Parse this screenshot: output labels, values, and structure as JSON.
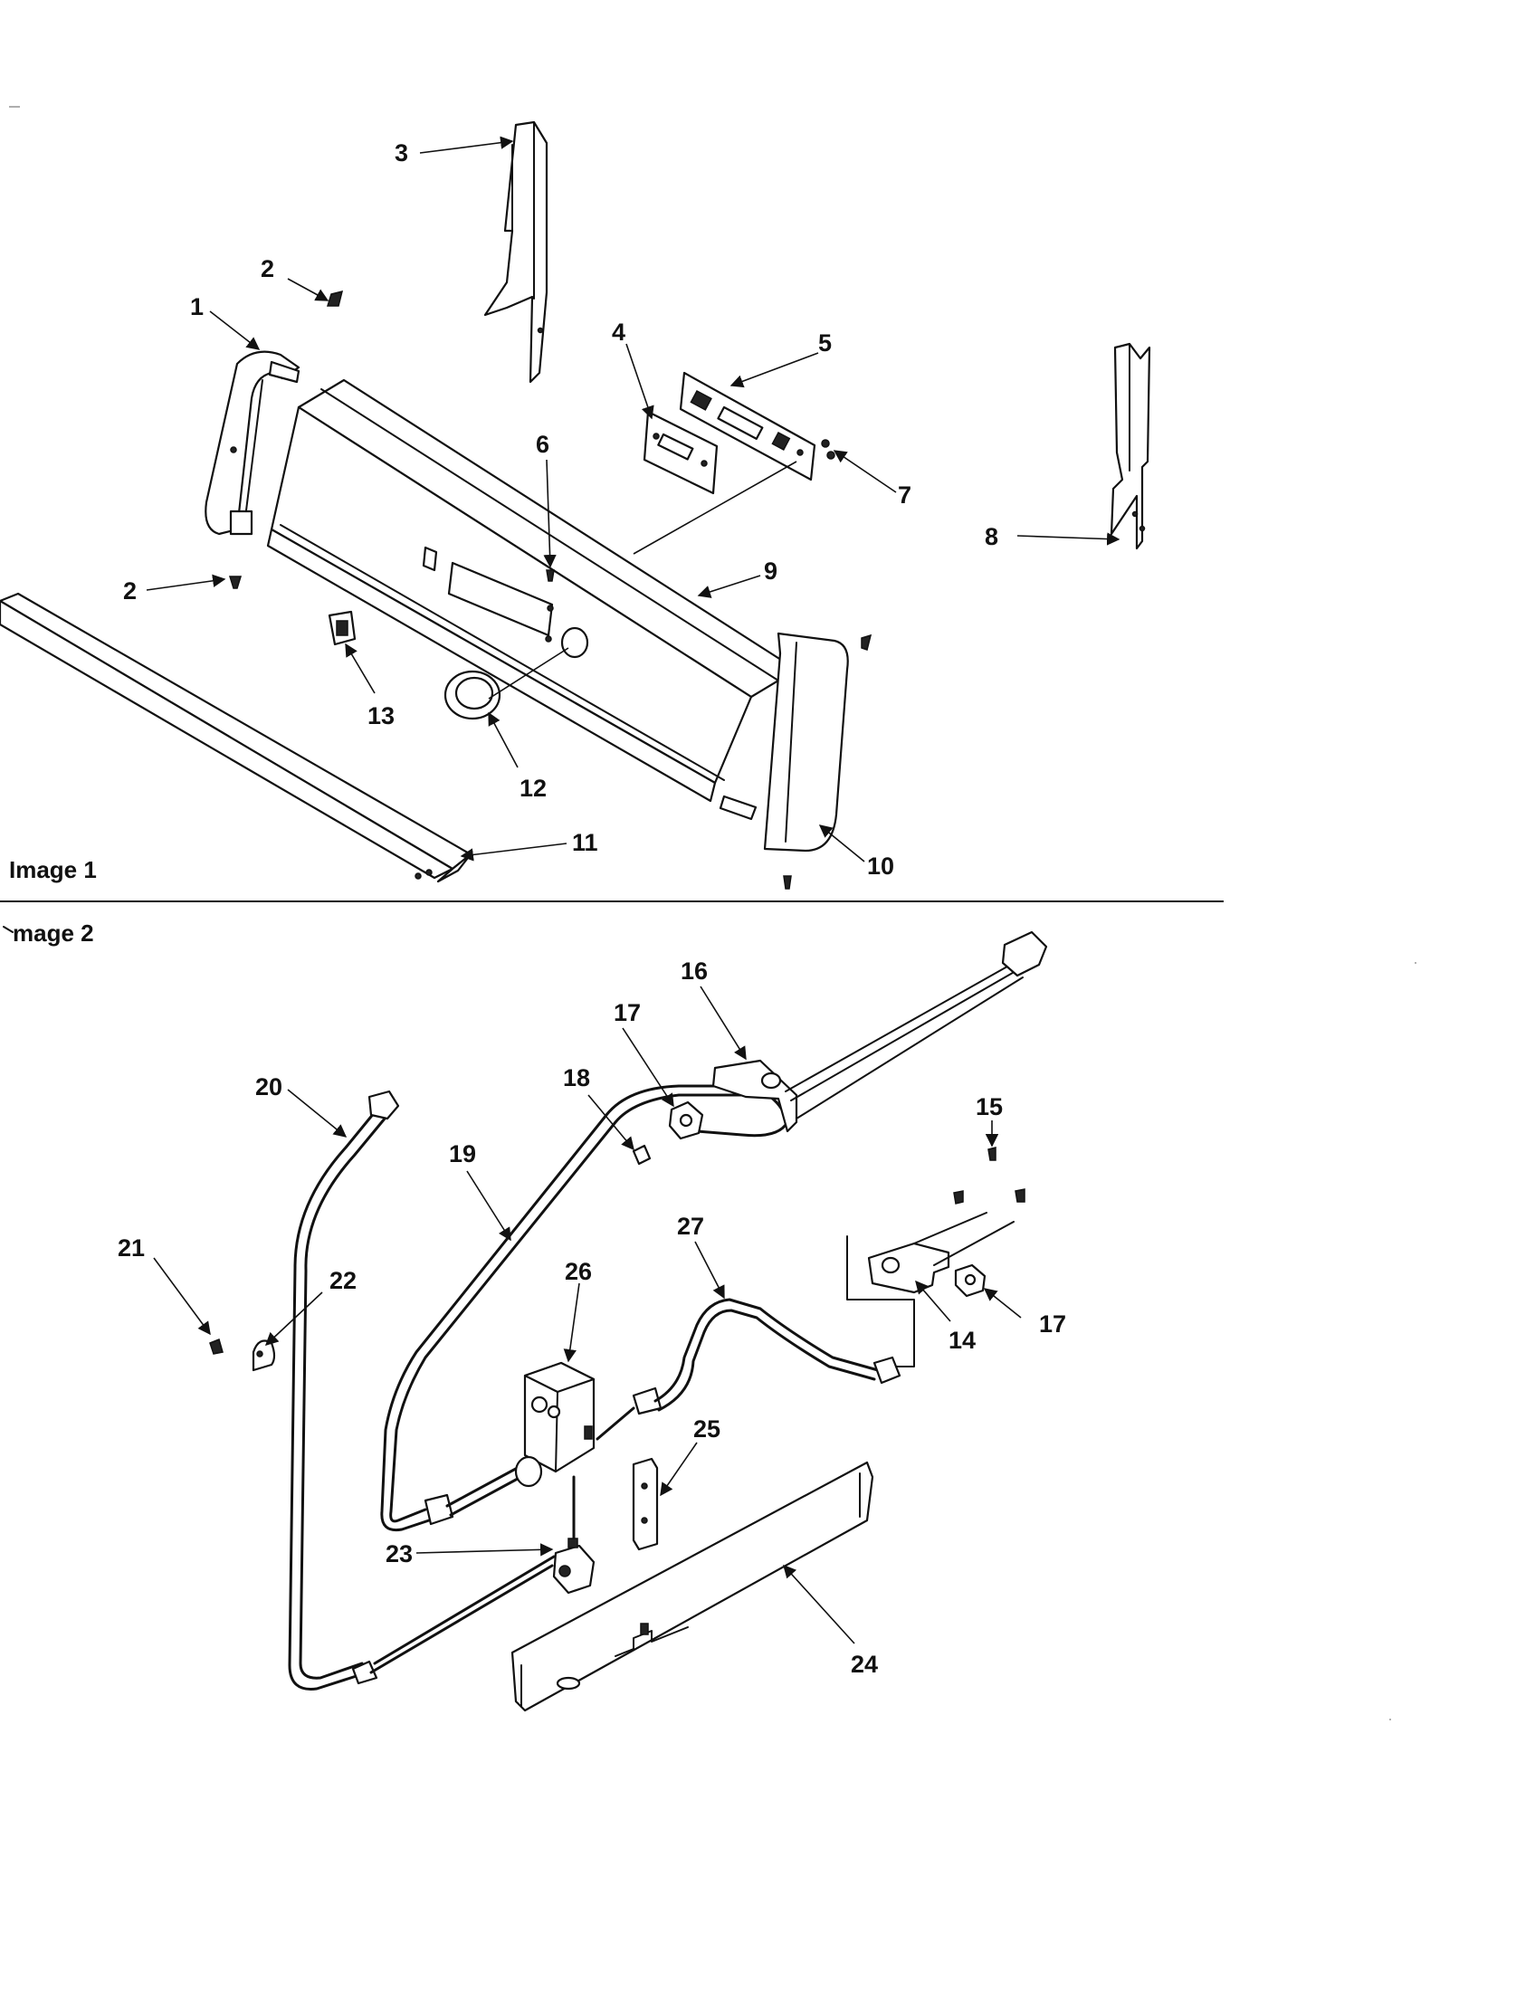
{
  "sections": {
    "image1": "Image 1",
    "image2": "mage 2"
  },
  "callouts": {
    "c1": "1",
    "c2a": "2",
    "c2b": "2",
    "c3": "3",
    "c4": "4",
    "c5": "5",
    "c6": "6",
    "c7": "7",
    "c8": "8",
    "c9": "9",
    "c10": "10",
    "c11": "11",
    "c12": "12",
    "c13": "13",
    "c14": "14",
    "c15": "15",
    "c16": "16",
    "c17a": "17",
    "c17b": "17",
    "c18": "18",
    "c19": "19",
    "c20": "20",
    "c21": "21",
    "c22": "22",
    "c23": "23",
    "c24": "24",
    "c25": "25",
    "c26": "26",
    "c27": "27"
  },
  "colors": {
    "ink": "#111111",
    "paper": "#ffffff"
  }
}
